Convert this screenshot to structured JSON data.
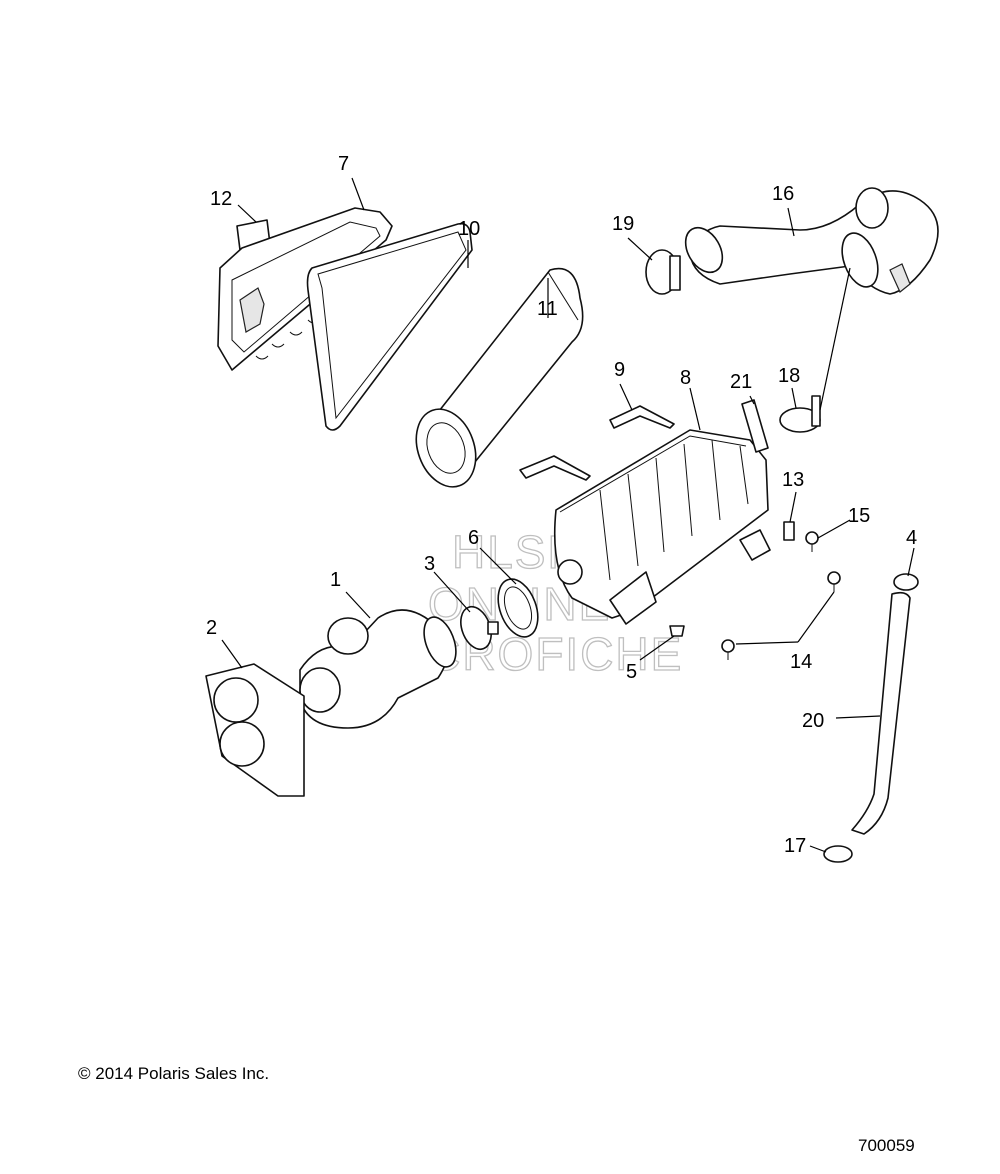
{
  "watermark": [
    "HLSM",
    "ONLINE",
    "MICROFICHE"
  ],
  "copyright": "© 2014 Polaris Sales Inc.",
  "drawing_number": "700059",
  "callouts": [
    {
      "id": "c1",
      "label": "1",
      "part": "intake-duct"
    },
    {
      "id": "c2",
      "label": "2",
      "part": "mount-plate"
    },
    {
      "id": "c3",
      "label": "3",
      "part": "hose-clamp"
    },
    {
      "id": "c4",
      "label": "4",
      "part": "small-clamp"
    },
    {
      "id": "c5",
      "label": "5",
      "part": "grommet"
    },
    {
      "id": "c6",
      "label": "6",
      "part": "coupler-ring"
    },
    {
      "id": "c7",
      "label": "7",
      "part": "airbox-cover"
    },
    {
      "id": "c8",
      "label": "8",
      "part": "airbox-base"
    },
    {
      "id": "c9",
      "label": "9",
      "part": "retaining-clip"
    },
    {
      "id": "c10",
      "label": "10",
      "part": "cover-seal"
    },
    {
      "id": "c11",
      "label": "11",
      "part": "air-filter"
    },
    {
      "id": "c12",
      "label": "12",
      "part": "decal"
    },
    {
      "id": "c13",
      "label": "13",
      "part": "nut-clip"
    },
    {
      "id": "c14",
      "label": "14",
      "part": "screw"
    },
    {
      "id": "c15",
      "label": "15",
      "part": "screw-small"
    },
    {
      "id": "c16",
      "label": "16",
      "part": "outlet-duct"
    },
    {
      "id": "c17",
      "label": "17",
      "part": "hose-clamp-small"
    },
    {
      "id": "c18",
      "label": "18",
      "part": "band-clamp"
    },
    {
      "id": "c19",
      "label": "19",
      "part": "band-clamp-2"
    },
    {
      "id": "c20",
      "label": "20",
      "part": "drain-tube"
    },
    {
      "id": "c21",
      "label": "21",
      "part": "label"
    }
  ]
}
